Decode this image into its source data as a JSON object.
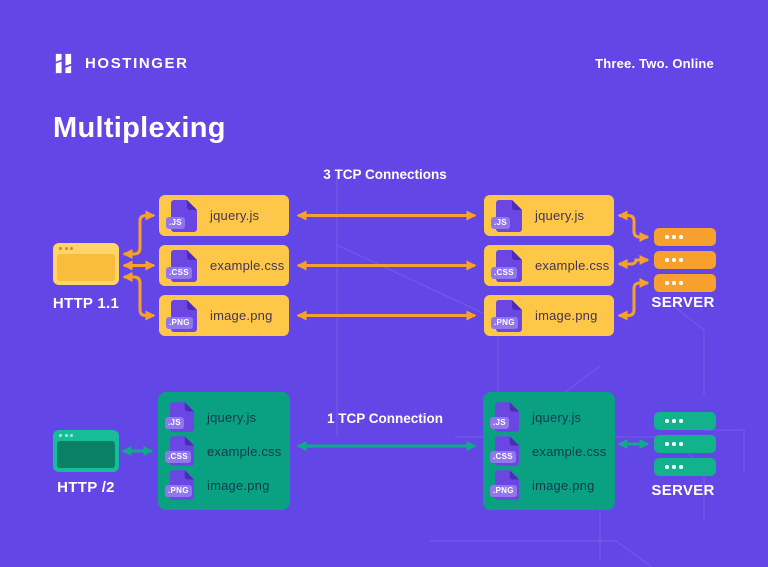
{
  "header": {
    "brand": "HOSTINGER",
    "tagline": "Three. Two. Online"
  },
  "title": "Multiplexing",
  "sections": {
    "http1": {
      "client_label": "HTTP 1.1",
      "connection_label": "3 TCP Connections",
      "server_label": "SERVER",
      "files": [
        {
          "ext": ".JS",
          "name": "jquery.js"
        },
        {
          "ext": ".CSS",
          "name": "example.css"
        },
        {
          "ext": ".PNG",
          "name": "image.png"
        }
      ]
    },
    "http2": {
      "client_label": "HTTP /2",
      "connection_label": "1 TCP Connection",
      "server_label": "SERVER",
      "files": [
        {
          "ext": ".JS",
          "name": "jquery.js"
        },
        {
          "ext": ".CSS",
          "name": "example.css"
        },
        {
          "ext": ".PNG",
          "name": "image.png"
        }
      ]
    }
  },
  "icons": {
    "brand-logo": "hostinger-h-mark",
    "browser": "browser-window",
    "file": "document-with-folded-corner",
    "server": "server-rack-unit"
  },
  "colors": {
    "background": "#6246E6",
    "card_yellow": "#FFC748",
    "arrow_orange": "#F7A02E",
    "stack_green": "#0AA183",
    "arrow_green": "#12A98A",
    "file_icon_purple": "#6B46E3",
    "text_light": "#FFFFFF",
    "text_dark": "#45325E"
  }
}
